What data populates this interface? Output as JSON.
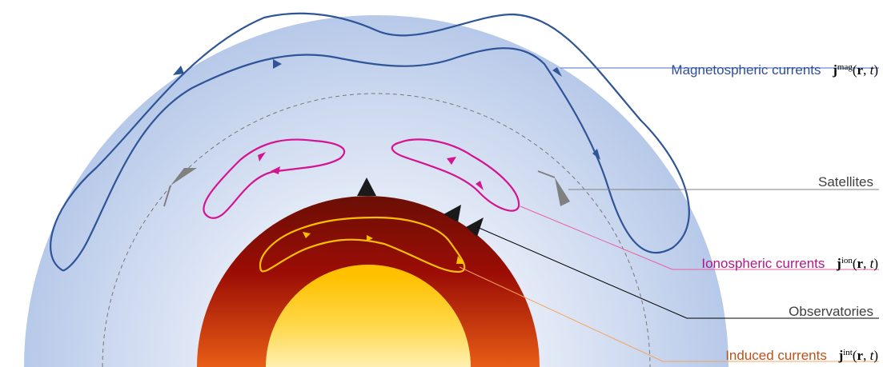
{
  "labels": {
    "magnetospheric": {
      "text": "Magnetospheric currents",
      "sup": "mag",
      "color": "#2f4f94"
    },
    "satellites": {
      "text": "Satellites",
      "color": "#404040"
    },
    "ionospheric": {
      "text": "Ionospheric currents",
      "sup": "ion",
      "color": "#b0188a"
    },
    "observatories": {
      "text": "Observatories",
      "color": "#404040"
    },
    "induced": {
      "text": "Induced currents",
      "sup": "int",
      "color": "#c0501a"
    }
  },
  "math": {
    "bold_symbol": "j",
    "args_open": "(",
    "args_r": "r",
    "args_sep": ", ",
    "args_t": "t",
    "args_close": ")"
  },
  "colors": {
    "magnetosphere_loop": "#2f5597",
    "ionosphere_loop": "#d41490",
    "induced_loop": "#ffc000",
    "satellite": "#808080",
    "observatory": "#1a1a1a",
    "sky_outer": "#b7c9e9",
    "sky_inner": "#eef2fa",
    "mantle_dark": "#6b0f05",
    "mantle_light": "#e85d16",
    "core_top": "#ffc000",
    "core_bottom": "#fff0b0"
  }
}
